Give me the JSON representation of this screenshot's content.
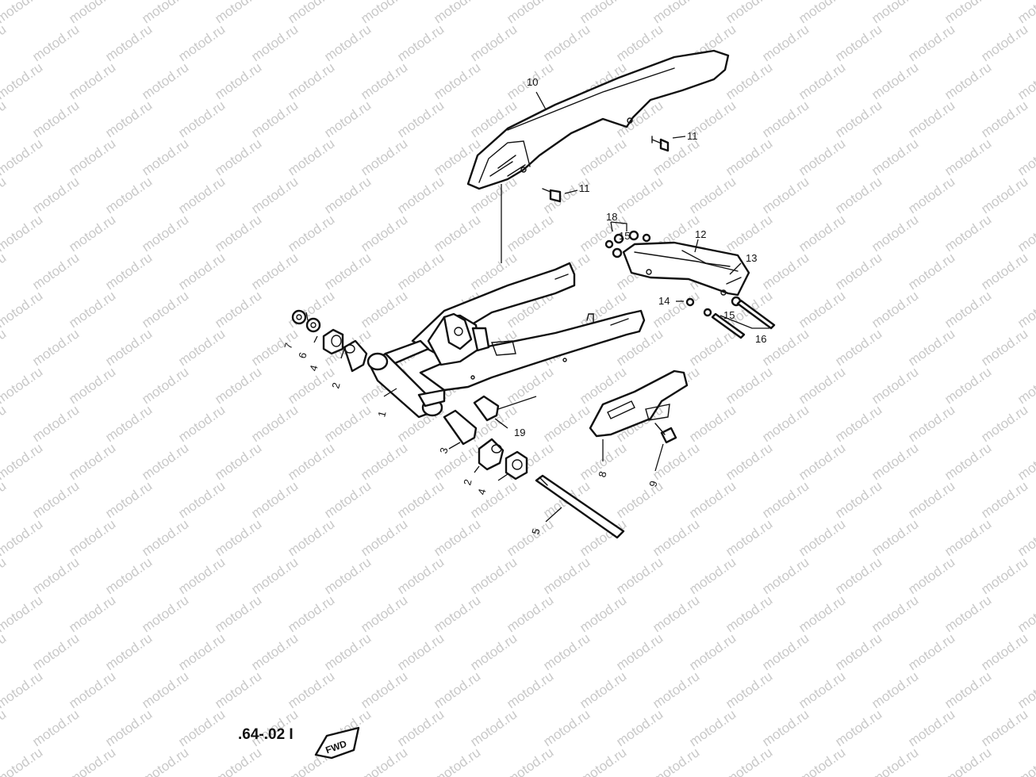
{
  "watermark": "motod.ru",
  "figure_code": ".64-.02 I",
  "fwd_label": "FWD",
  "callouts": [
    {
      "key": "c10",
      "label": "10"
    },
    {
      "key": "c11a",
      "label": "11"
    },
    {
      "key": "c11b",
      "label": "11"
    },
    {
      "key": "c18",
      "label": "18"
    },
    {
      "key": "c15a",
      "label": "15"
    },
    {
      "key": "c12",
      "label": "12"
    },
    {
      "key": "c13",
      "label": "13"
    },
    {
      "key": "c14",
      "label": "14"
    },
    {
      "key": "c15b",
      "label": "15"
    },
    {
      "key": "c16",
      "label": "16"
    },
    {
      "key": "c7",
      "label": "7"
    },
    {
      "key": "c6",
      "label": "6"
    },
    {
      "key": "c4a",
      "label": "4"
    },
    {
      "key": "c2a",
      "label": "2"
    },
    {
      "key": "c1",
      "label": "1"
    },
    {
      "key": "c19",
      "label": "19"
    },
    {
      "key": "c3",
      "label": "3"
    },
    {
      "key": "c2b",
      "label": "2"
    },
    {
      "key": "c4b",
      "label": "4"
    },
    {
      "key": "c8",
      "label": "8"
    },
    {
      "key": "c9",
      "label": "9"
    },
    {
      "key": "c5",
      "label": "5"
    }
  ]
}
